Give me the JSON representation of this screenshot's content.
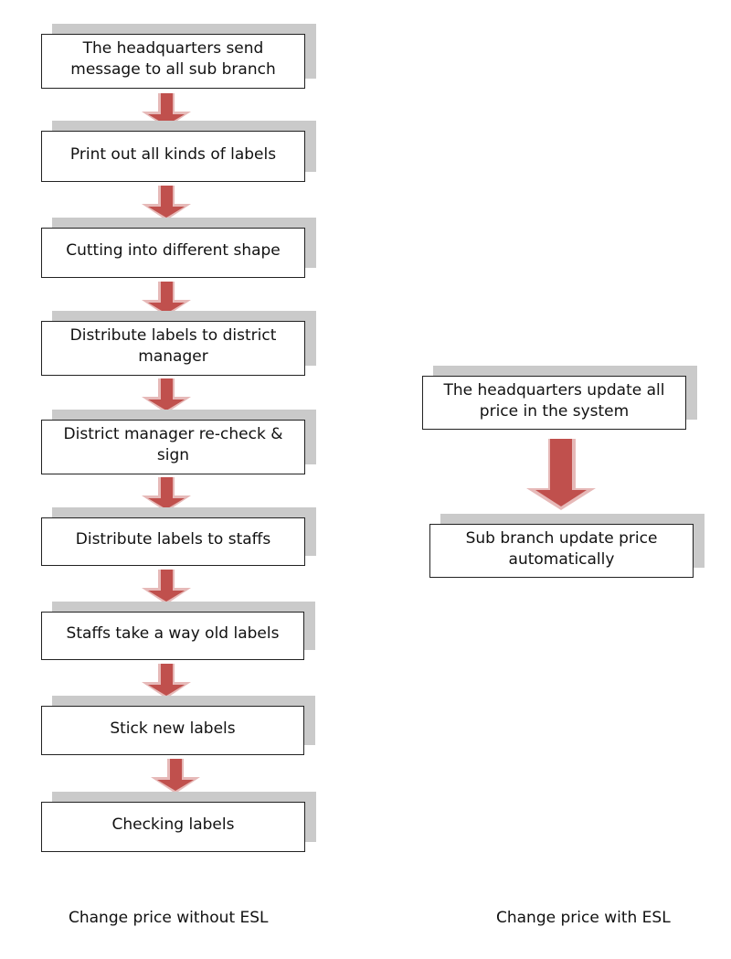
{
  "left_flow": {
    "steps": [
      "The headquarters send message to all sub branch",
      "Print out all kinds of labels",
      "Cutting into different shape",
      "Distribute labels to district manager",
      "District manager re-check & sign",
      "Distribute labels to staffs",
      "Staffs take a way old labels",
      "Stick new labels",
      "Checking labels"
    ],
    "caption": "Change price without ESL"
  },
  "right_flow": {
    "steps": [
      "The headquarters update all price in the system",
      "Sub branch update price automatically"
    ],
    "caption": "Change price with ESL"
  },
  "colors": {
    "arrow_fill": "#c0504d",
    "arrow_light": "#e6b9b8",
    "box_shadow": "#cacaca",
    "box_border": "#222222"
  }
}
